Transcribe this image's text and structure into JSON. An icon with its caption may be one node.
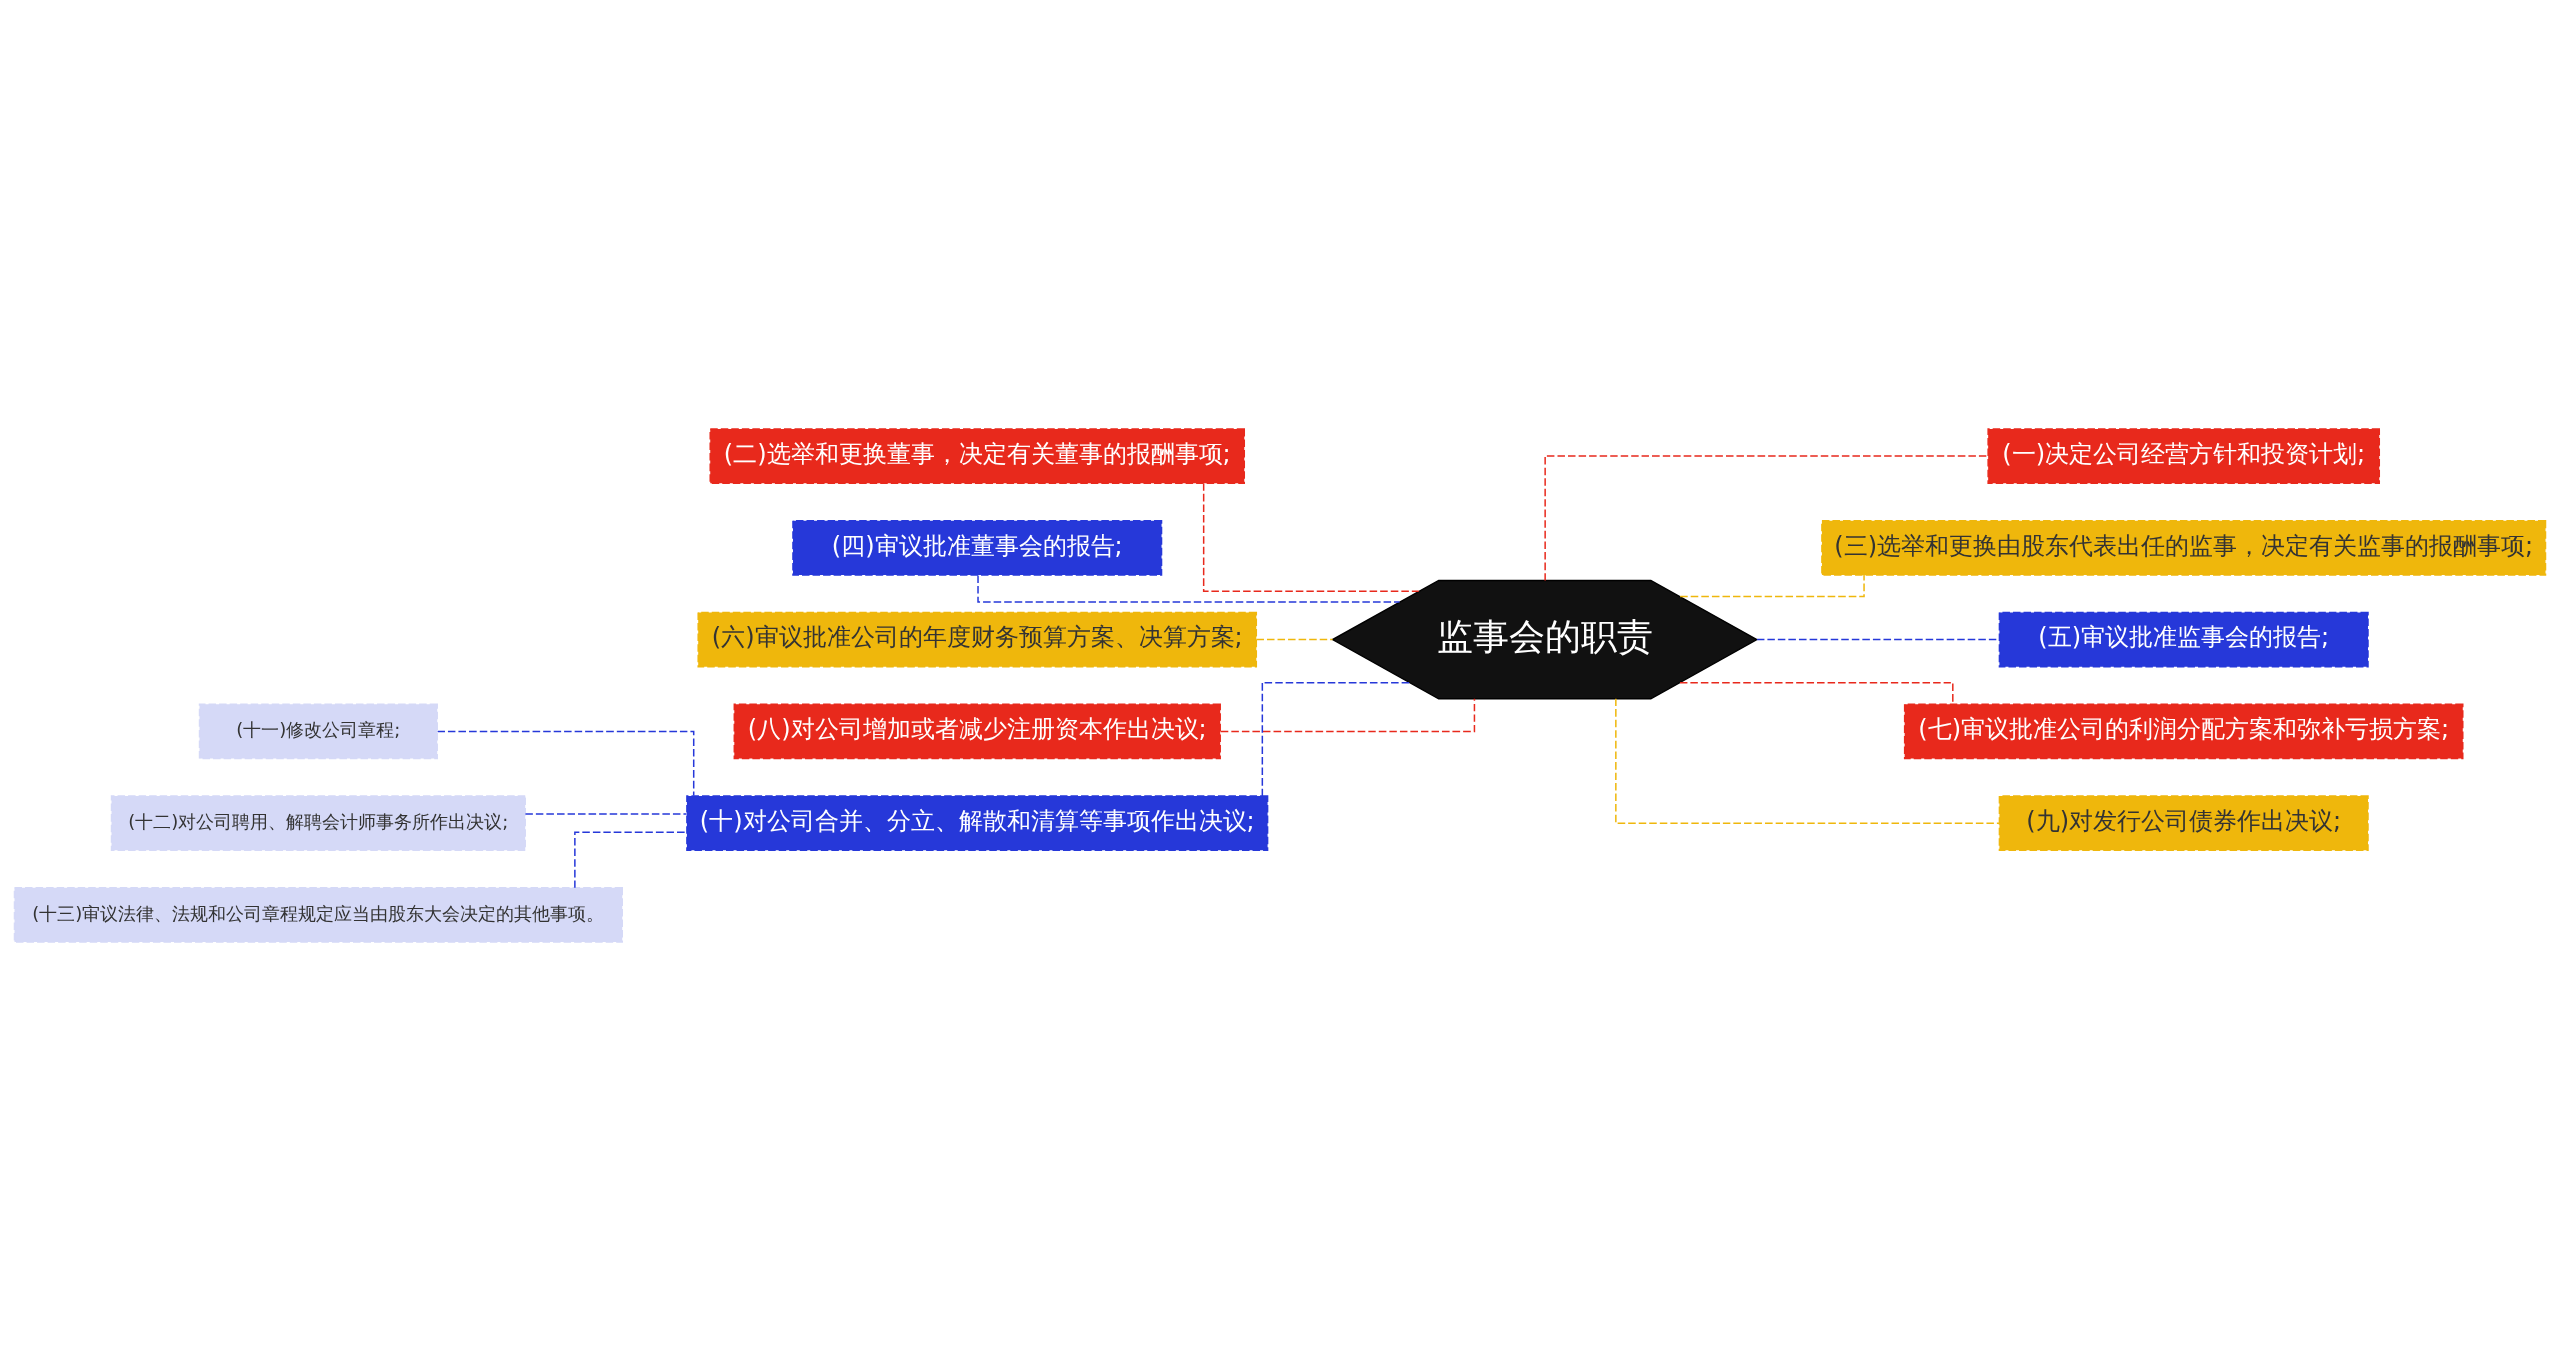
{
  "diagram": {
    "nodes": [
      {
        "text": [
          "监事会的职责"
        ]
      },
      {
        "text": [
          "(二)选举和更换董事，决定有关董事的报酬事项;"
        ]
      },
      {
        "text": [
          "(四)审议批准董事会的报告;"
        ]
      },
      {
        "text": [
          "(六)审议批准公司的年度财务预算方案、决算方案;"
        ]
      },
      {
        "text": [
          "(八)对公司增加或者减少注册资本作出决议;"
        ]
      },
      {
        "text": [
          "(十)对公司合并、分立、解散和清算等事项作出决议;"
        ]
      },
      {
        "text": [
          "(十一)修改公司章程;"
        ]
      },
      {
        "text": [
          "(十二)对公司聘用、解聘会计师事务所作出决议;"
        ]
      },
      {
        "text": [
          "(十三)审议法律、法规和公司章程规定应当由股东大会决定的其他事项。"
        ]
      },
      {
        "text": [
          "(一)决定公司经营方针和投资计划;"
        ]
      },
      {
        "text": [
          "(三)选举和更换由股东代表出任的监事，决定有关监事的报酬事项;"
        ]
      },
      {
        "text": [
          "(五)审议批准监事会的报告;"
        ]
      },
      {
        "text": [
          "(七)审议批准公司的利润分配方案和弥补亏损方案;"
        ]
      },
      {
        "text": [
          "(九)对发行公司债券作出决议;"
        ]
      }
    ],
    "edges": [
      {
        "from": 0,
        "to": 1,
        "arrow": "none",
        "style": "dashed",
        "color": "#e8291c"
      },
      {
        "from": 0,
        "to": 2,
        "arrow": "none",
        "style": "dashed",
        "color": "#2638d9"
      },
      {
        "from": 0,
        "to": 3,
        "arrow": "none",
        "style": "dashed",
        "color": "#efb70c"
      },
      {
        "from": 0,
        "to": 4,
        "arrow": "none",
        "style": "dashed",
        "color": "#e8291c"
      },
      {
        "from": 0,
        "to": 5,
        "arrow": "none",
        "style": "dashed",
        "color": "#2638d9"
      },
      {
        "from": 5,
        "to": 6,
        "arrow": "none",
        "style": "dashed",
        "color": "#2638d9"
      },
      {
        "from": 5,
        "to": 7,
        "arrow": "none",
        "style": "dashed",
        "color": "#2638d9"
      },
      {
        "from": 5,
        "to": 8,
        "arrow": "none",
        "style": "dashed",
        "color": "#2638d9"
      },
      {
        "from": 0,
        "to": 9,
        "arrow": "none",
        "style": "dashed",
        "color": "#e8291c"
      },
      {
        "from": 0,
        "to": 10,
        "arrow": "none",
        "style": "dashed",
        "color": "#efb70c"
      },
      {
        "from": 0,
        "to": 11,
        "arrow": "none",
        "style": "dashed",
        "color": "#2638d9"
      },
      {
        "from": 0,
        "to": 12,
        "arrow": "none",
        "style": "dashed",
        "color": "#e8291c"
      },
      {
        "from": 0,
        "to": 13,
        "arrow": "none",
        "style": "dashed",
        "color": "#efb70c"
      }
    ]
  }
}
